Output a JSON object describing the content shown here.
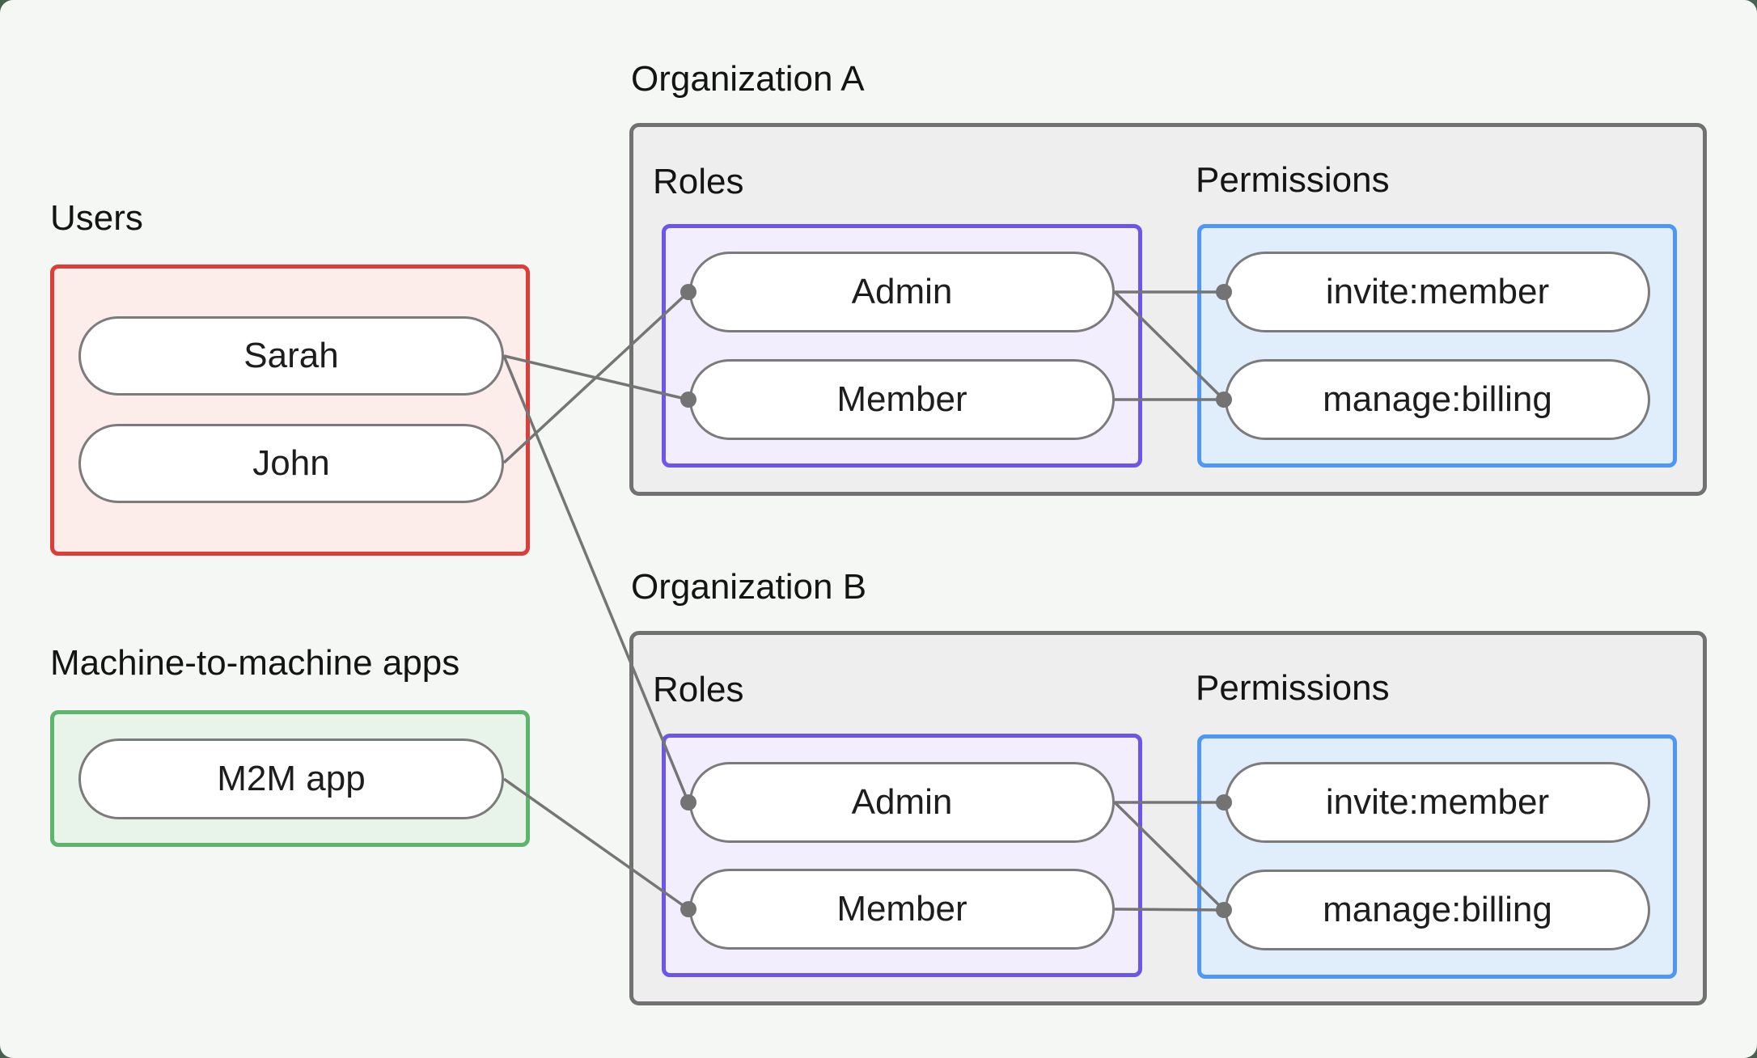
{
  "page": {
    "background_color": "#f5f7f4",
    "frame_color": "#44624e",
    "line_color": "#757575",
    "dot_color": "#737373"
  },
  "users": {
    "label": "Users",
    "items": [
      "Sarah",
      "John"
    ],
    "border_color": "#dd3d39",
    "fill_color": "#fcecea"
  },
  "m2m": {
    "label": "Machine-to-machine apps",
    "items": [
      "M2M app"
    ],
    "border_color": "#5fb46c",
    "fill_color": "#e8f4e9"
  },
  "org_a": {
    "title": "Organization A",
    "roles_label": "Roles",
    "permissions_label": "Permissions",
    "roles": [
      "Admin",
      "Member"
    ],
    "permissions": [
      "invite:member",
      "manage:billing"
    ],
    "roles_border_color": "#6e55ea",
    "permissions_border_color": "#4f97f6"
  },
  "org_b": {
    "title": "Organization B",
    "roles_label": "Roles",
    "permissions_label": "Permissions",
    "roles": [
      "Admin",
      "Member"
    ],
    "permissions": [
      "invite:member",
      "manage:billing"
    ],
    "roles_border_color": "#6e55ea",
    "permissions_border_color": "#4f97f6"
  },
  "edges": [
    {
      "from": "Sarah",
      "to": "Organization A / Member"
    },
    {
      "from": "John",
      "to": "Organization A / Admin"
    },
    {
      "from": "Sarah",
      "to": "Organization B / Admin"
    },
    {
      "from": "M2M app",
      "to": "Organization B / Member"
    },
    {
      "from": "Organization A / Admin",
      "to": "Organization A / invite:member"
    },
    {
      "from": "Organization A / Admin",
      "to": "Organization A / manage:billing"
    },
    {
      "from": "Organization A / Member",
      "to": "Organization A / manage:billing"
    },
    {
      "from": "Organization B / Admin",
      "to": "Organization B / invite:member"
    },
    {
      "from": "Organization B / Admin",
      "to": "Organization B / manage:billing"
    },
    {
      "from": "Organization B / Member",
      "to": "Organization B / manage:billing"
    }
  ]
}
